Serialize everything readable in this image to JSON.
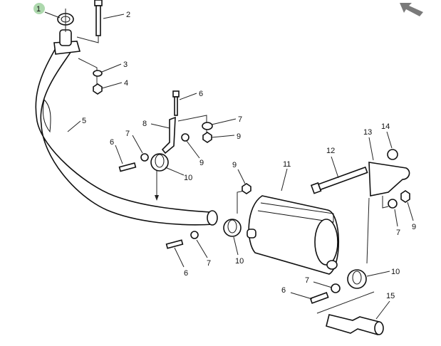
{
  "diagram": {
    "title": "Exhaust system exploded view",
    "highlighted_callout": "1",
    "highlight_color": "#9fd19f",
    "callouts": [
      "1",
      "2",
      "3",
      "4",
      "5",
      "6",
      "7",
      "8",
      "9",
      "7",
      "6",
      "9",
      "10",
      "9",
      "11",
      "12",
      "13",
      "14",
      "7",
      "9",
      "10",
      "10",
      "7",
      "6",
      "15",
      "6",
      "7"
    ]
  },
  "toolbar": {
    "back_icon": "arrow-up-left-icon"
  }
}
